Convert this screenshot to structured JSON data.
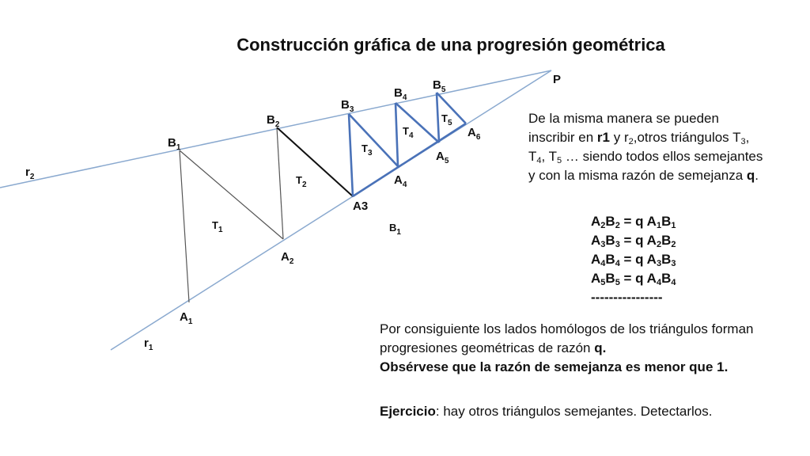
{
  "title": "Construcción gráfica de una progresión geométrica",
  "point_labels": {
    "P": "P",
    "r1": "r",
    "r2": "r",
    "A1": "A",
    "A2": "A",
    "A3": "A3",
    "A4": "A",
    "A5": "A",
    "A6": "A",
    "B1": "B",
    "B2": "B",
    "B3": "B",
    "B4": "B",
    "B5": "B",
    "B1_lower": "B",
    "T1": "T",
    "T2": "T",
    "T3": "T",
    "T4": "T",
    "T5": "T"
  },
  "subscripts": {
    "r1": "1",
    "r2": "2",
    "A1": "1",
    "A2": "2",
    "A4": "4",
    "A5": "5",
    "A6": "6",
    "B1": "1",
    "B2": "2",
    "B3": "3",
    "B4": "4",
    "B5": "5",
    "B1_lower": "1",
    "T1": "1",
    "T2": "2",
    "T3": "3",
    "T4": "4",
    "T5": "5"
  },
  "para1": {
    "t1": "De la misma manera se pueden inscribir en ",
    "b1": "r1",
    "t2": " y r",
    "s1": "2",
    "t3": ",otros triángulos T",
    "s2": "3",
    "t4": ", T",
    "s3": "4",
    "t5": ", T",
    "s4": "5",
    "t6": " … siendo todos ellos semejantes y con la misma razón de semejanza ",
    "b2": "q",
    "t7": "."
  },
  "equations": [
    [
      "A",
      "2",
      "B",
      "2",
      " = q A",
      "1",
      "B",
      "1"
    ],
    [
      "A",
      "3",
      "B",
      "3",
      " = q A",
      "2",
      "B",
      "2"
    ],
    [
      "A",
      "4",
      "B",
      "4",
      " = q A",
      "3",
      "B",
      "3"
    ],
    [
      "A",
      "5",
      "B",
      "5",
      " = q A",
      "4",
      "B",
      "4"
    ]
  ],
  "separator": "----------------",
  "para2": {
    "t1": "Por consiguiente los lados homólogos de los triángulos forman progresiones geométricas de razón ",
    "b1": "q.",
    "b2": "Obsérvese que la razón de semejanza es menor que 1."
  },
  "para3": {
    "b1": "Ejercicio",
    "t1": ": hay otros triángulos semejantes. Detectarlos."
  },
  "colors": {
    "ray": "#8aa9cf",
    "black_line": "#111111",
    "blue_line": "#4a72b8",
    "gray_line": "#555555"
  }
}
